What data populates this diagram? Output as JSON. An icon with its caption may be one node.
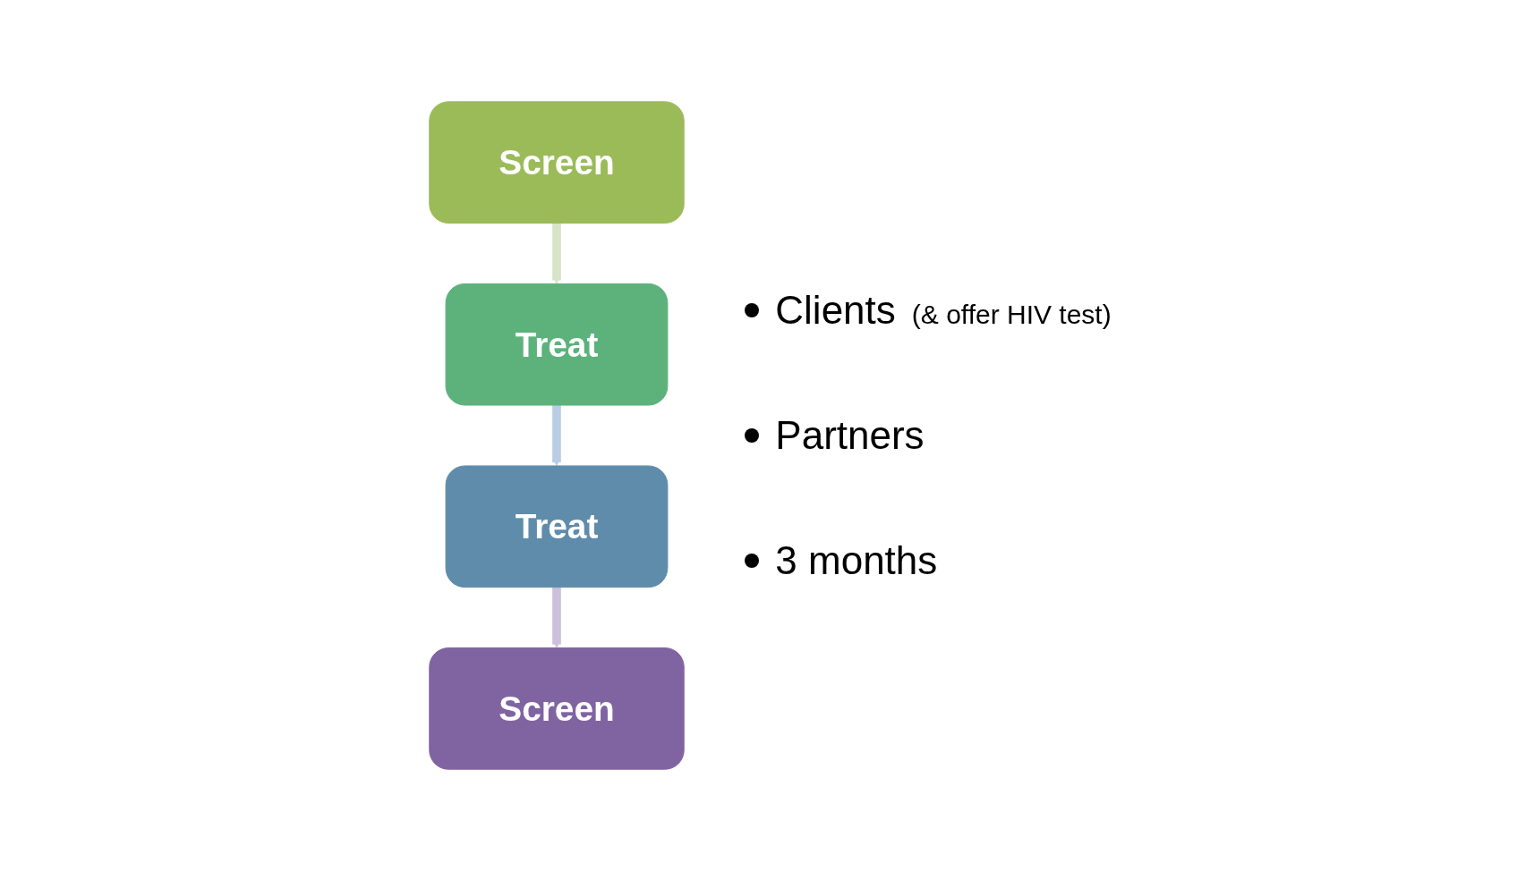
{
  "diagram": {
    "nodes": [
      {
        "text": [
          "Screen"
        ]
      },
      {
        "text": [
          "Treat"
        ],
        "beside": [
          "Clients",
          "(& offer HIV test)"
        ]
      },
      {
        "text": [
          "Treat"
        ],
        "beside": [
          "Partners"
        ]
      },
      {
        "text": [
          "Screen"
        ],
        "beside": [
          "3 months"
        ]
      }
    ],
    "edges": [
      {
        "from": 0,
        "to": 1,
        "arrow": "to",
        "color": "#d7e4c8"
      },
      {
        "from": 1,
        "to": 2,
        "arrow": "to",
        "color": "#b9cde4"
      },
      {
        "from": 2,
        "to": 3,
        "arrow": "to",
        "color": "#ccc0da"
      }
    ]
  }
}
